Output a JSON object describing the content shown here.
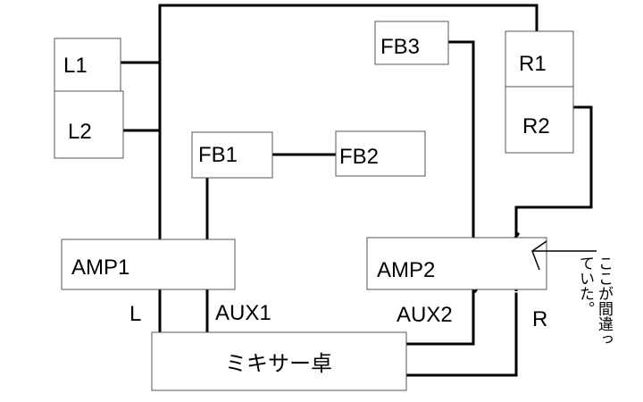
{
  "boxes": {
    "l1": "L1",
    "l2": "L2",
    "r1": "R1",
    "r2": "R2",
    "fb1": "FB1",
    "fb2": "FB2",
    "fb3": "FB3",
    "amp1": "AMP1",
    "amp2": "AMP2",
    "mixer": "ミキサー卓"
  },
  "labels": {
    "left_channel": "L",
    "right_channel": "R",
    "aux1": "AUX1",
    "aux2": "AUX2"
  },
  "annotation": {
    "column1": "ここが間違っ",
    "column2": "ていた。"
  }
}
